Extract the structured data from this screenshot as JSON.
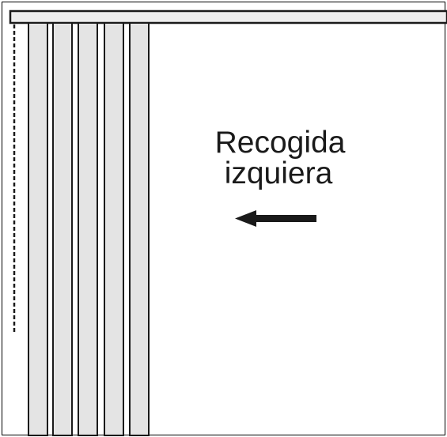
{
  "caption": {
    "line1": "Recogida",
    "line2": "izquiera"
  },
  "colors": {
    "rail_fill": "#eeeeee",
    "slat_fill": "#e4e4e4",
    "outline": "#1a1a1a",
    "arrow": "#1a1a1a",
    "cord": "#1a1a1a"
  },
  "icons": {
    "arrow": "arrow-left-icon"
  },
  "slat_count": 5
}
